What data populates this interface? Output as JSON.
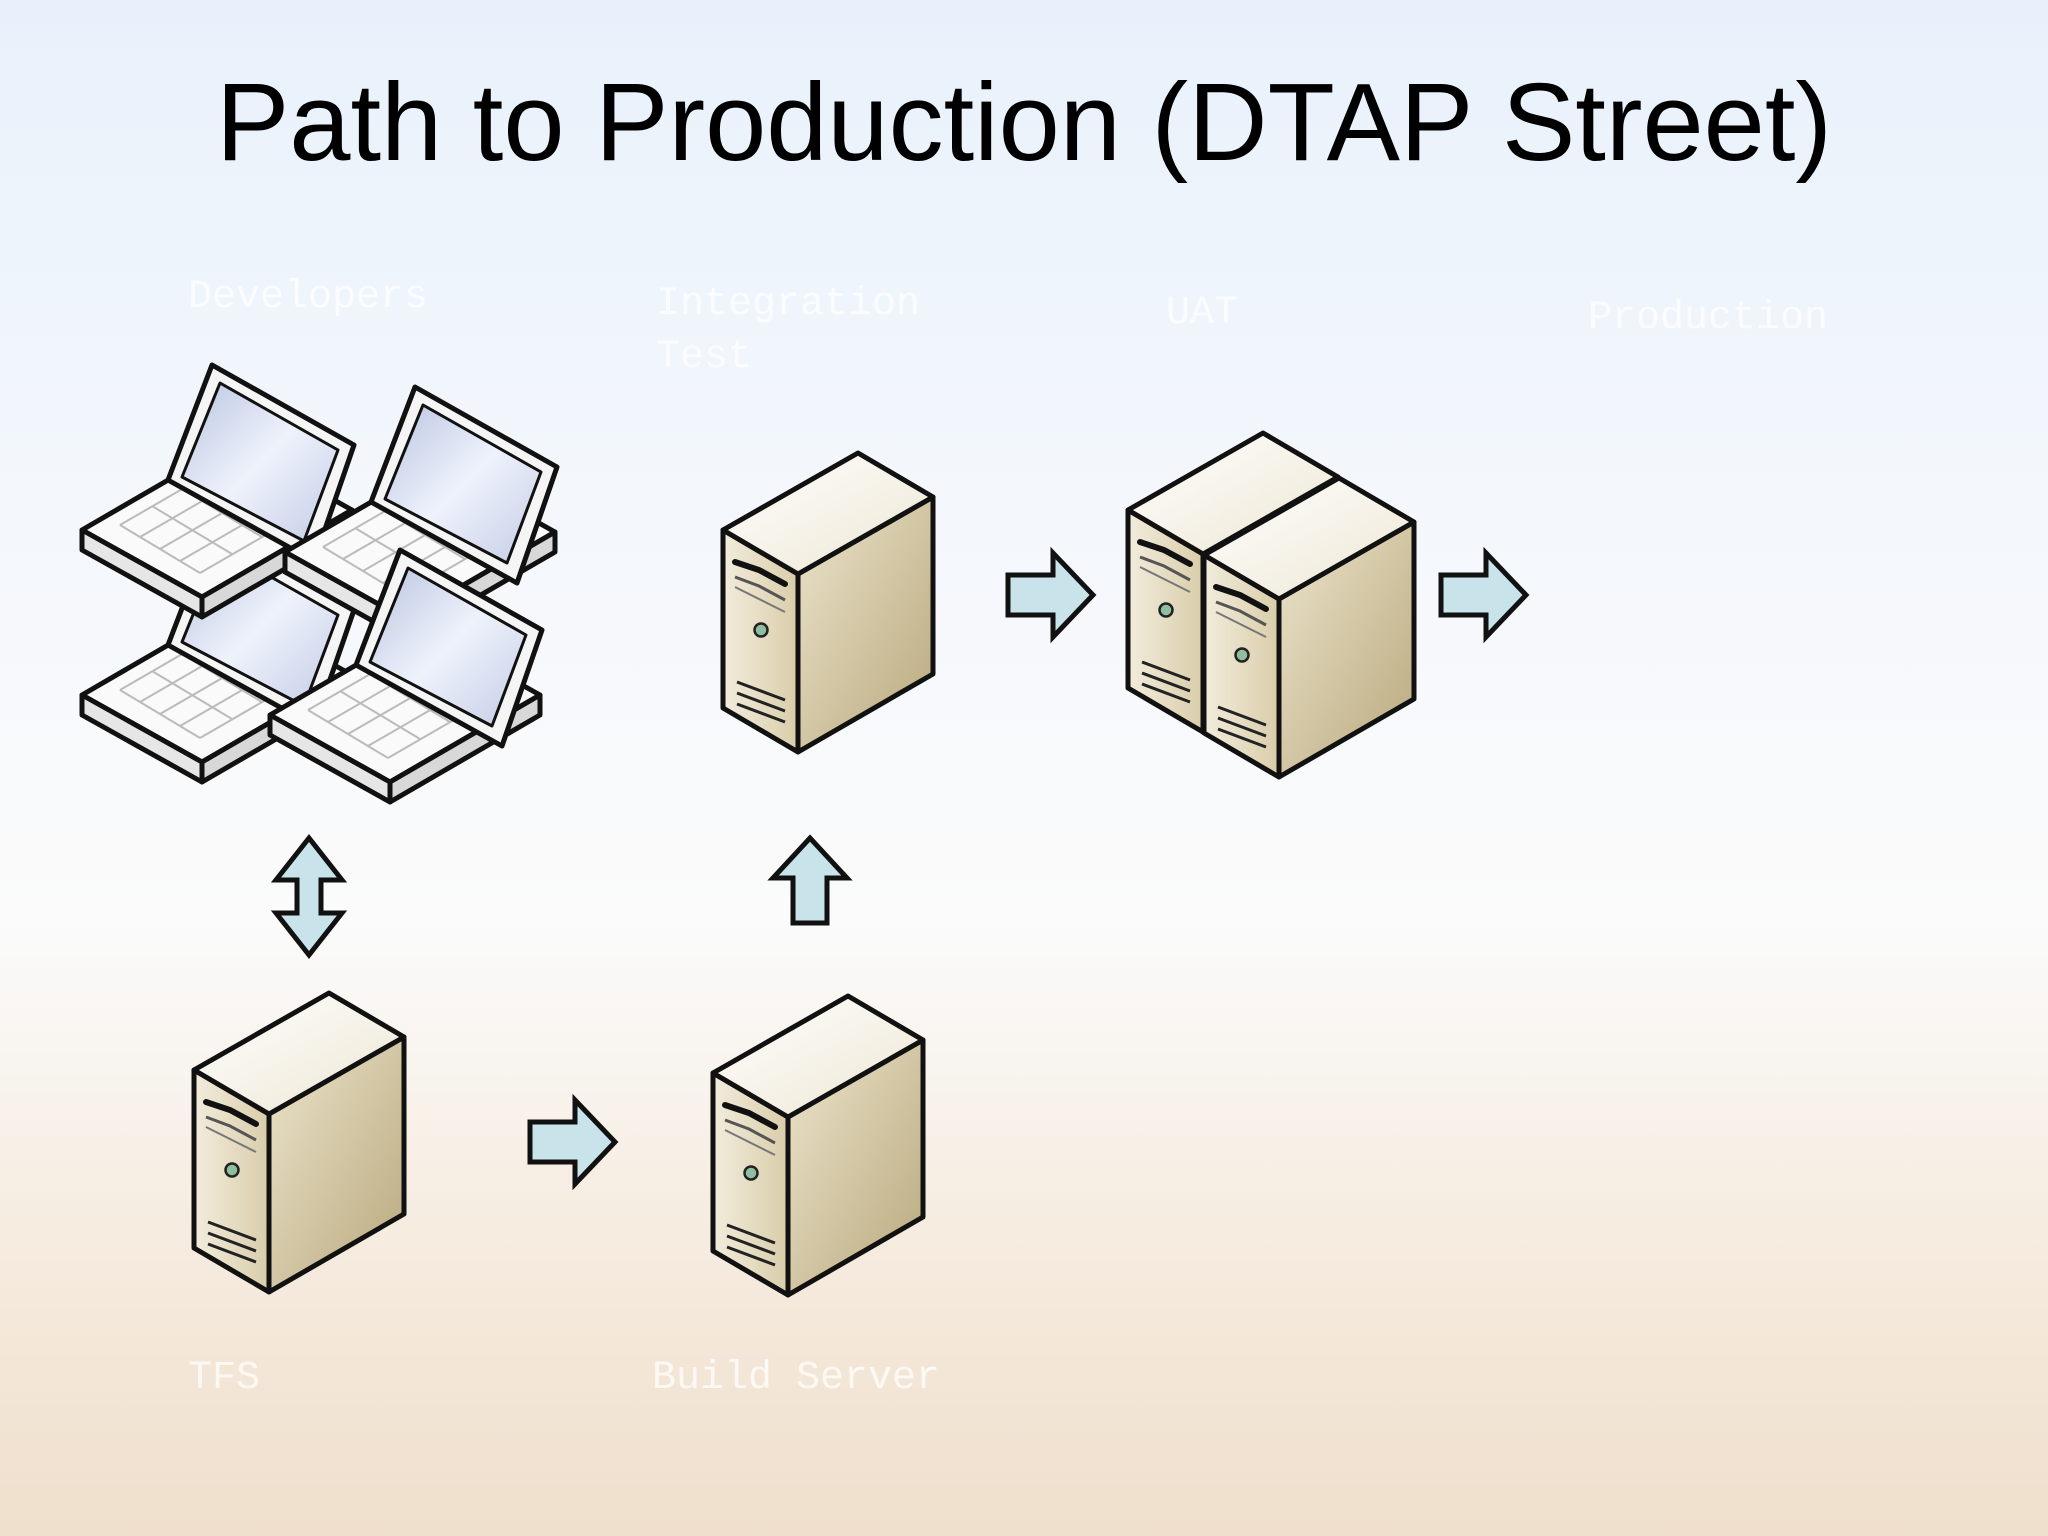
{
  "title": "Path to Production (DTAP Street)",
  "labels": {
    "developers": "Developers",
    "integration_line1": "Integration",
    "integration_line2": "Test",
    "uat": "UAT",
    "production": "Production",
    "tfs": "TFS",
    "build_server": "Build Server"
  },
  "icons": {
    "developers": "laptop-group-icon",
    "integration": "server-tower-icon",
    "uat": "server-cluster-icon",
    "tfs": "server-tower-icon",
    "build": "server-tower-icon"
  },
  "colors": {
    "arrow_fill": "#c8e4ea",
    "server_body": "#ddd3b6",
    "text": "#000000"
  }
}
